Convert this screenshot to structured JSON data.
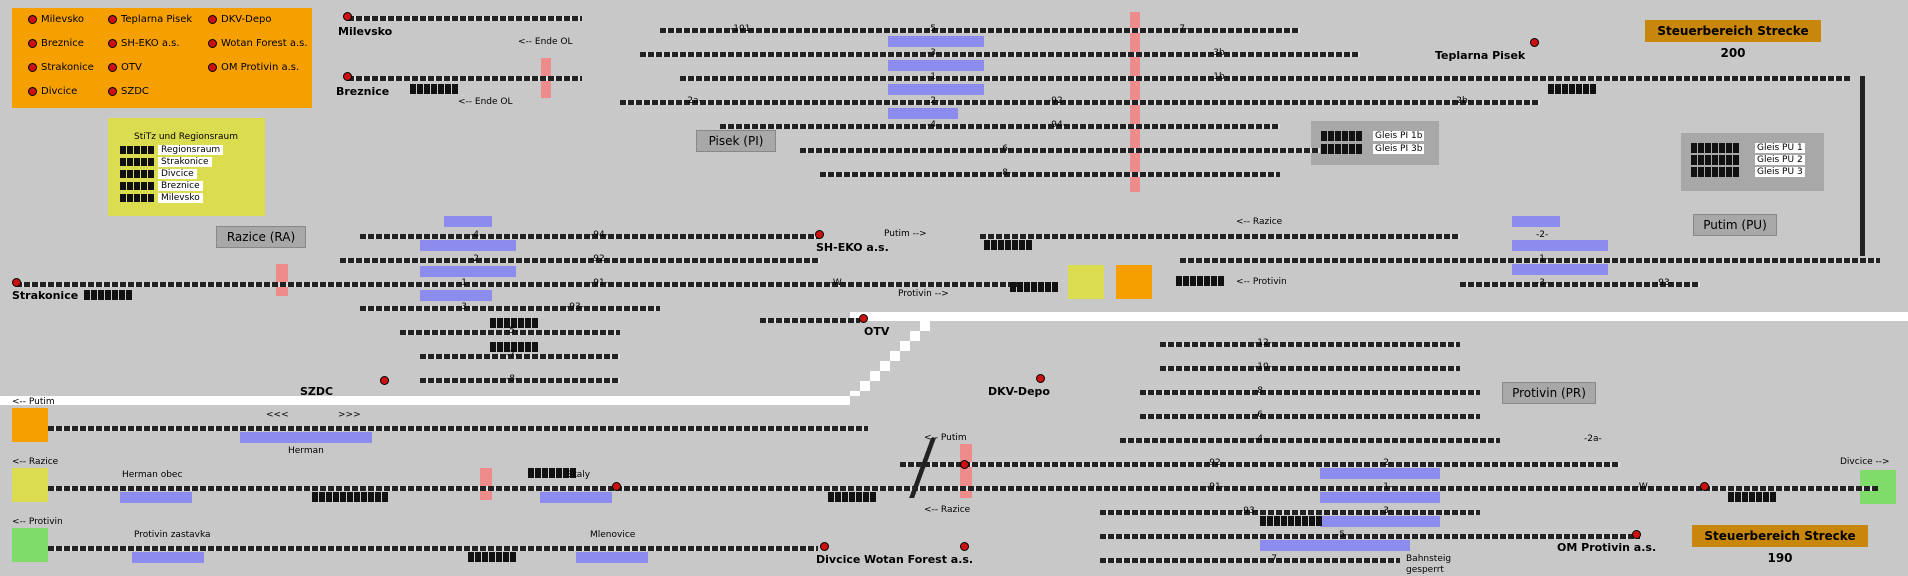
{
  "legend": {
    "items": [
      {
        "label": "Milevsko"
      },
      {
        "label": "Teplarna Pisek"
      },
      {
        "label": "DKV-Depo"
      },
      {
        "label": "Breznice"
      },
      {
        "label": "SH-EKO a.s."
      },
      {
        "label": "Wotan Forest a.s."
      },
      {
        "label": "Strakonice"
      },
      {
        "label": "OTV"
      },
      {
        "label": "OM Protivin a.s."
      },
      {
        "label": "Divcice"
      },
      {
        "label": "SZDC"
      }
    ]
  },
  "region_panel": {
    "header": "StiTz und Regionsraum",
    "rows": [
      "Regionsraum",
      "Strakonice",
      "Divcice",
      "Breznice",
      "Milevsko"
    ]
  },
  "banners": {
    "top": "Steuerbereich Strecke 200",
    "bottom": "Steuerbereich Strecke 190"
  },
  "stations": {
    "pisek": "Pisek (PI)",
    "razice": "Razice (RA)",
    "putim": "Putim (PU)",
    "protivin": "Protivin (PR)"
  },
  "gleis": {
    "pi": [
      "Gleis PI 1b",
      "Gleis PI 3b"
    ],
    "pu": [
      "Gleis PU 1",
      "Gleis PU 2",
      "Gleis PU 3"
    ]
  },
  "place_labels": {
    "milevsko": "Milevsko",
    "breznice": "Breznice",
    "teplarna": "Teplarna Pisek",
    "strakonice": "Strakonice",
    "sheko": "SH-EKO a.s.",
    "otv": "OTV",
    "szdc": "SZDC",
    "dkv": "DKV-Depo",
    "divcice": "Divcice",
    "wotan": "Wotan Forest a.s.",
    "om": "OM Protivin a.s.",
    "herman": "Herman",
    "herman_obec": "Herman obec",
    "skaly": "Skaly",
    "protivin_zastavka": "Protivin zastavka",
    "mlenovice": "Mlenovice",
    "bahnsteig": "Bahnsteig",
    "gesperrt": "gesperrt"
  },
  "edge_labels": {
    "ende_ol_1": "<-- Ende OL",
    "ende_ol_2": "<-- Ende OL",
    "putim_right": "Putim -->",
    "protivin_right": "Protivin -->",
    "razice_left": "<-- Razice",
    "protivin_left": "<-- Protivin",
    "putim_left": "<-- Putim",
    "razice_left2": "<-- Razice",
    "putim_left3": "<-- Putim",
    "razice_left3": "<-- Razice",
    "protivin_left3": "<-- Protivin",
    "divcice_right": "Divcice -->"
  },
  "track_numbers": {
    "t101": "-101-",
    "t5": "-5-",
    "t7": "-7-",
    "t3": "-3-",
    "t3b": "-3b-",
    "t1": "-1-",
    "t1b": "-1b-",
    "t2a": "-2a-",
    "t2b": "-2b-",
    "t2": "-2-",
    "t92": "-92-",
    "t4": "-4-",
    "t94": "-94-",
    "t6": "-6-",
    "t8": "-8-",
    "r4": "-4-",
    "r94": "-94-",
    "r2": "-2-",
    "r92": "-92-",
    "r1": "-1-",
    "r91": "-91-",
    "r3": "-3-",
    "r93": "-93-",
    "r5": "-5-",
    "r7": "-7-",
    "r8": "-8-",
    "w": "-W-",
    "pu2": "-2-",
    "pu1": "-1-",
    "pu3": "-3-",
    "pu93": "-93-",
    "p12": "-12-",
    "p10": "-10-",
    "p8": "-8-",
    "p6": "-6-",
    "p4": "-4-",
    "p2a": "-2a-",
    "p92": "-92-",
    "p2": "-2-",
    "p91": "-91-",
    "p1": "-1-",
    "p93": "-93-",
    "p3": "-3-",
    "p5": "-5-",
    "p7": "-7-",
    "pw": "-W-"
  },
  "arrows": {
    "a1": "<<<",
    "a2": ">>>"
  },
  "colors": {
    "background": "#c8c8c8",
    "legend": "#f5a000",
    "region": "#dcdc50",
    "signal": "#cc1111",
    "block": "#8c8cee",
    "occupied": "#ee8c8c",
    "banner": "#c8860a"
  }
}
